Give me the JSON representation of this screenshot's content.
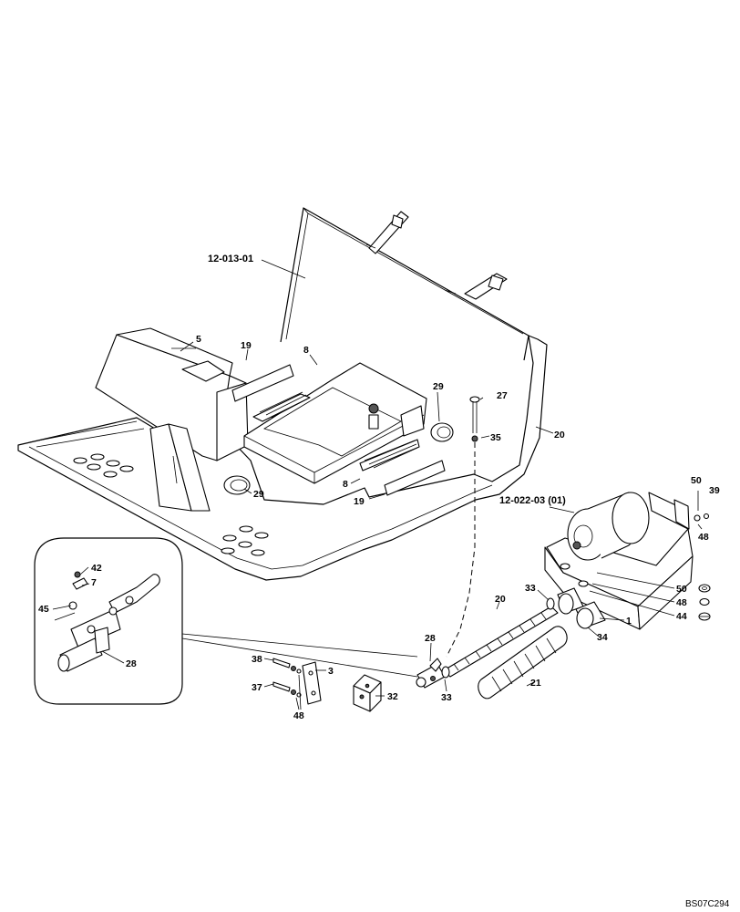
{
  "callouts": {
    "assy_main": "12-013-01",
    "assy_heater": "12-022-03 (01)",
    "c5": "5",
    "c19_top": "19",
    "c19_bottom": "19",
    "c8_top": "8",
    "c8_bottom": "8",
    "c29_right": "29",
    "c29_left": "29",
    "c27": "27",
    "c35": "35",
    "c20_frame": "20",
    "c20_hose": "20",
    "c50_top": "50",
    "c39": "39",
    "c48_top": "48",
    "c50_mid": "50",
    "c48_mid": "48",
    "c44": "44",
    "c1": "1",
    "c34": "34",
    "c33_top": "33",
    "c33_bottom": "33",
    "c21": "21",
    "c28_main": "28",
    "c42": "42",
    "c7": "7",
    "c45": "45",
    "c28_detail": "28",
    "c38": "38",
    "c37": "37",
    "c3": "3",
    "c48_bottom": "48",
    "c32": "32"
  },
  "drawing_code": "BS07C294"
}
